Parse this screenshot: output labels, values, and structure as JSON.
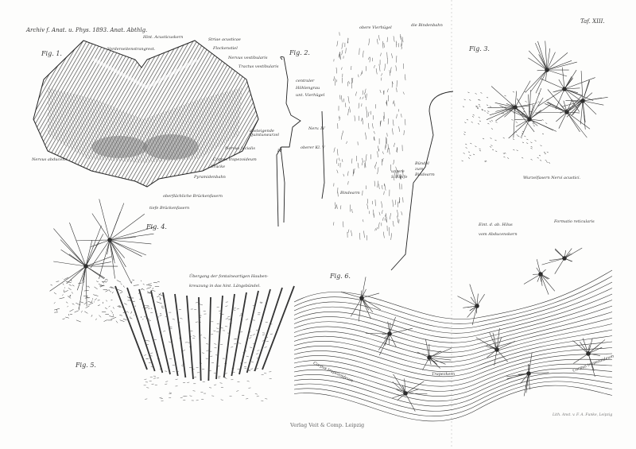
{
  "header": {
    "journal": "Archiv f. Anat. u. Phys. 1893. Anat. Abthlg.",
    "plate": "Taf. XIII."
  },
  "figures": {
    "fig1": "Fig. 1.",
    "fig2": "Fig. 2.",
    "fig3": "Fig. 3.",
    "fig4": "Fig. 4.",
    "fig5": "Fig. 5.",
    "fig6": "Fig. 6."
  },
  "fig1_labels": [
    "Hint. Acusticuskern",
    "Striae acusticae",
    "Vorderseitenstrangrest.",
    "Flockenstiel",
    "Nervus vestibularis",
    "Tractus vestibularis",
    "absteigende Quintuswurzel",
    "Nervus abducens",
    "Nervus facialis",
    "Corpus trapezoideum",
    "Brücke",
    "Pyramidenbahn",
    "oberflächliche Brückenfasern",
    "tiefe Brückenfasern"
  ],
  "fig2_labels": [
    "obere Vierhügel",
    "die Bindenbahn",
    "centraler Höhlengrau",
    "unt. Vierhügel",
    "Nerv. IV",
    "oberer Kl. V",
    "Bündel zum Bindearm",
    "untere Schleife",
    "Bindearm",
    "IV"
  ],
  "fig3_labels": [
    "Wurzelfasern Nervi acustici."
  ],
  "fig5_labels": [
    "Übergang der fontaineartigen Hauben-",
    "kreuzung in das hint. Längsbündel."
  ],
  "fig6_labels": [
    "Eint. d. ab. Hilus",
    "vom Abducenskern",
    "Formatio reticularis",
    "Corpus trapezoideum",
    "Trapezkern",
    "Corpus trapezoideum"
  ],
  "footer": {
    "publisher": "Verlag Veit & Comp. Leipzig",
    "lithographer": "Lith. Anst. v. F. A. Funke, Leipzig"
  }
}
